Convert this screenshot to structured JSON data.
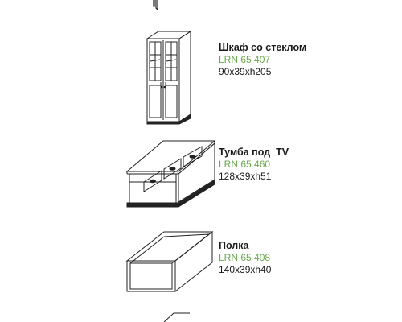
{
  "colors": {
    "name": "#1a1a1a",
    "code": "#6aa84f",
    "dims": "#1a1a1a",
    "line": "#222222"
  },
  "items": [
    {
      "name": "Шкаф со стеклом",
      "code": "LRN 65 407",
      "dims": "90x39xh205",
      "icon": "glass-cabinet-icon"
    },
    {
      "name": "Тумба под  TV",
      "code": "LRN 65 460",
      "dims": "128x39xh51",
      "icon": "tv-stand-icon"
    },
    {
      "name": "Полка",
      "code": "LRN 65 408",
      "dims": "140x39xh40",
      "icon": "wall-shelf-icon"
    }
  ]
}
